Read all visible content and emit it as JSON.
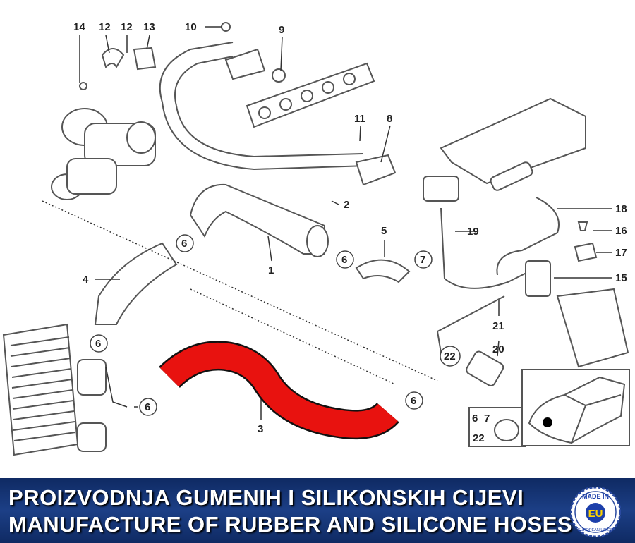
{
  "diagram": {
    "callouts": {
      "c14": "14",
      "c12a": "12",
      "c12b": "12",
      "c13": "13",
      "c10": "10",
      "c9": "9",
      "c11": "11",
      "c8": "8",
      "c2": "2",
      "c5": "5",
      "c1": "1",
      "c4": "4",
      "c6a": "6",
      "c6b": "6",
      "c7": "7",
      "c19": "19",
      "c18": "18",
      "c16": "16",
      "c17": "17",
      "c15": "15",
      "c21": "21",
      "c20": "20",
      "c22": "22",
      "c6c": "6",
      "c6d": "6",
      "c3": "3",
      "c6e": "6"
    },
    "inset": {
      "a": "6",
      "b": "7",
      "c": "22"
    },
    "highlight_color": "#e8120f"
  },
  "banner": {
    "line1": "PROIZVODNJA GUMENIH I SILIKONSKIH CIJEVI",
    "line2": "MANUFACTURE OF RUBBER AND SILICONE HOSES",
    "background": "#1a3a7e"
  },
  "badge": {
    "top": "MADE IN",
    "center": "EU",
    "bottom": "EUROPEAN UNION"
  }
}
